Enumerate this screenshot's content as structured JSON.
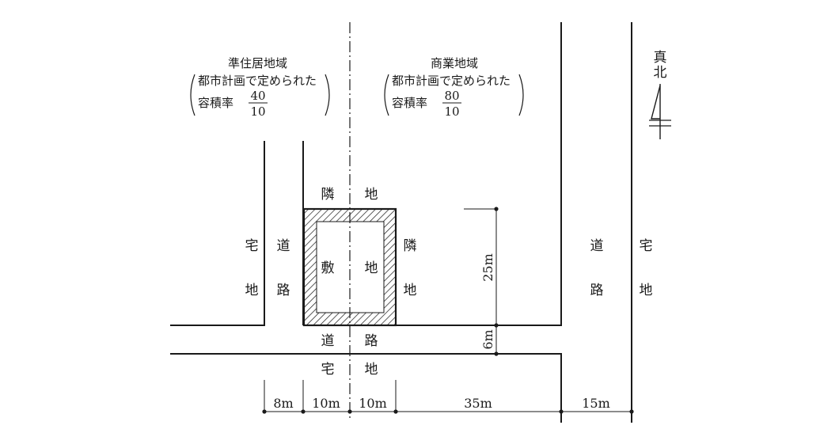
{
  "zones": {
    "left": {
      "name": "準住居地域",
      "note": "都市計画で定められた",
      "ratio_label": "容積率",
      "ratio_num": "40",
      "ratio_den": "10"
    },
    "right": {
      "name": "商業地域",
      "note": "都市計画で定められた",
      "ratio_label": "容積率",
      "ratio_num": "80",
      "ratio_den": "10"
    }
  },
  "north": {
    "label_1": "真",
    "label_2": "北"
  },
  "labels": {
    "neighbor_top": [
      "隣",
      "地"
    ],
    "neighbor_right": [
      "隣",
      "地"
    ],
    "site": [
      "敷",
      "地"
    ],
    "left_road": [
      "道",
      "路"
    ],
    "left_lot": [
      "宅",
      "地"
    ],
    "front_road": [
      "道",
      "路"
    ],
    "front_lot": [
      "宅",
      "地"
    ],
    "right_road": [
      "道",
      "路"
    ],
    "right_lot": [
      "宅",
      "地"
    ]
  },
  "dimensions": {
    "depth": "25m",
    "front_road_width": "6m",
    "bottom": [
      "8m",
      "10m",
      "10m",
      "35m",
      "15m"
    ]
  }
}
